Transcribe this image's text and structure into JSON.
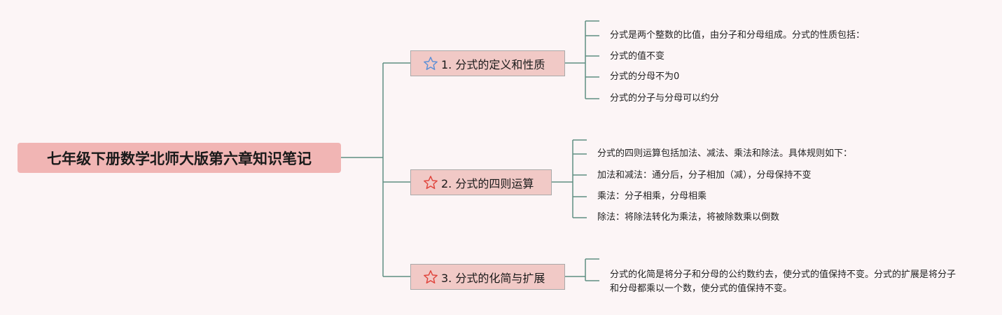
{
  "root": {
    "title": "七年级下册数学北师大版第六章知识笔记",
    "colors": {
      "fill": "#f1b5b4"
    }
  },
  "branches": [
    {
      "label": "1. 分式的定义和性质",
      "icon": "star-outline-blue-icon",
      "color": "#5b8fd6",
      "items": [
        "分式是两个整数的比值，由分子和分母组成。分式的性质包括：",
        "分式的值不变",
        "分式的分母不为0",
        "分式的分子与分母可以约分"
      ]
    },
    {
      "label": "2. 分式的四则运算",
      "icon": "star-outline-red-icon",
      "color": "#e0443c",
      "items": [
        "分式的四则运算包括加法、减法、乘法和除法。具体规则如下：",
        "加法和减法：通分后，分子相加（减），分母保持不变",
        "乘法：分子相乘，分母相乘",
        "除法：将除法转化为乘法，将被除数乘以倒数"
      ]
    },
    {
      "label": "3. 分式的化简与扩展",
      "icon": "star-outline-red-icon",
      "color": "#e0443c",
      "items": [
        "分式的化简是将分子和分母的公约数约去，使分式的值保持不变。分式的扩展是将分子和分母都乘以一个数，使分式的值保持不变。"
      ]
    }
  ],
  "colors": {
    "line": "#5f8f82",
    "background": "#fcf5f6",
    "branch_fill": "#f1c9c6"
  }
}
